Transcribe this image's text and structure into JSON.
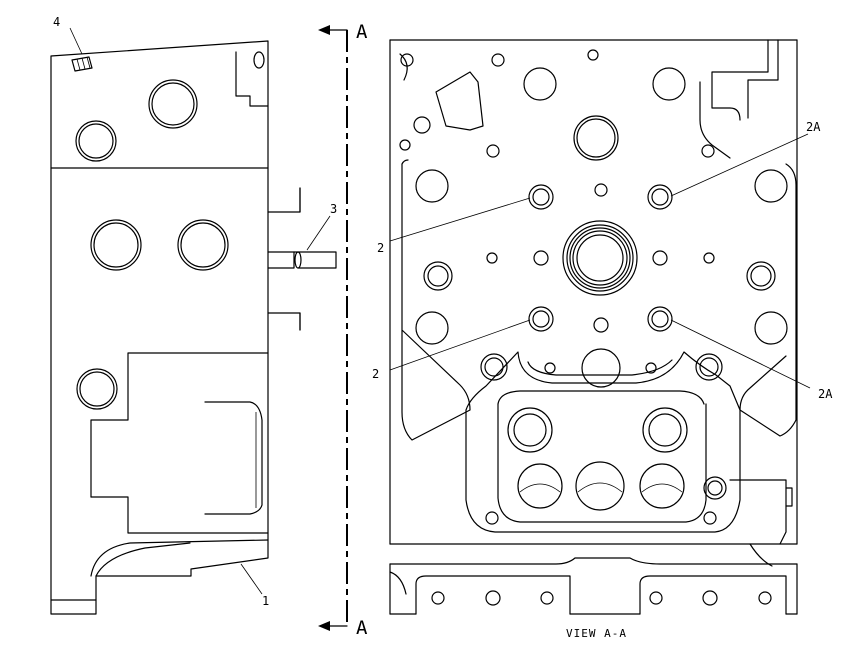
{
  "callouts": {
    "c1": "1",
    "c2_upper": "2",
    "c2_lower": "2",
    "c2a_upper": "2A",
    "c2a_lower": "2A",
    "c3": "3",
    "c4": "4"
  },
  "section": {
    "top_letter": "A",
    "bottom_letter": "A"
  },
  "view_label": "VIEW A-A"
}
